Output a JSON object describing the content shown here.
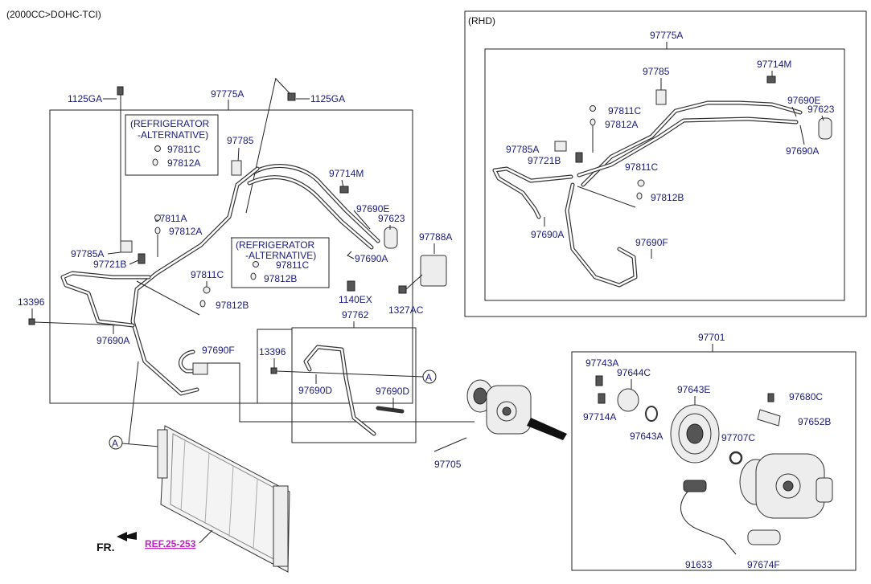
{
  "header": {
    "engine": "(2000CC>DOHC-TCI)",
    "rhd": "(RHD)"
  },
  "alt_note": {
    "line1": "(REFRIGERATOR",
    "line2": "-ALTERNATIVE)"
  },
  "callouts": {
    "a": "A",
    "fr": "FR.",
    "ref": "REF.25-253"
  },
  "parts": {
    "p1125ga": "1125GA",
    "p97775a": "97775A",
    "p97785": "97785",
    "p97811c": "97811C",
    "p97812a": "97812A",
    "p97811a": "97811A",
    "p97812b": "97812B",
    "p97785a": "97785A",
    "p97721b": "97721B",
    "p97714m": "97714M",
    "p97690e": "97690E",
    "p97623": "97623",
    "p97690a": "97690A",
    "p97788a": "97788A",
    "p1140ex": "1140EX",
    "p1327ac": "1327AC",
    "p13396": "13396",
    "p97690f": "97690F",
    "p97762": "97762",
    "p97690d": "97690D",
    "p97705": "97705",
    "p97701": "97701",
    "p97743a": "97743A",
    "p97644c": "97644C",
    "p97643e": "97643E",
    "p97680c": "97680C",
    "p97714a": "97714A",
    "p97643a": "97643A",
    "p97652b": "97652B",
    "p97707c": "97707C",
    "p91633": "91633",
    "p97674f": "97674F"
  }
}
